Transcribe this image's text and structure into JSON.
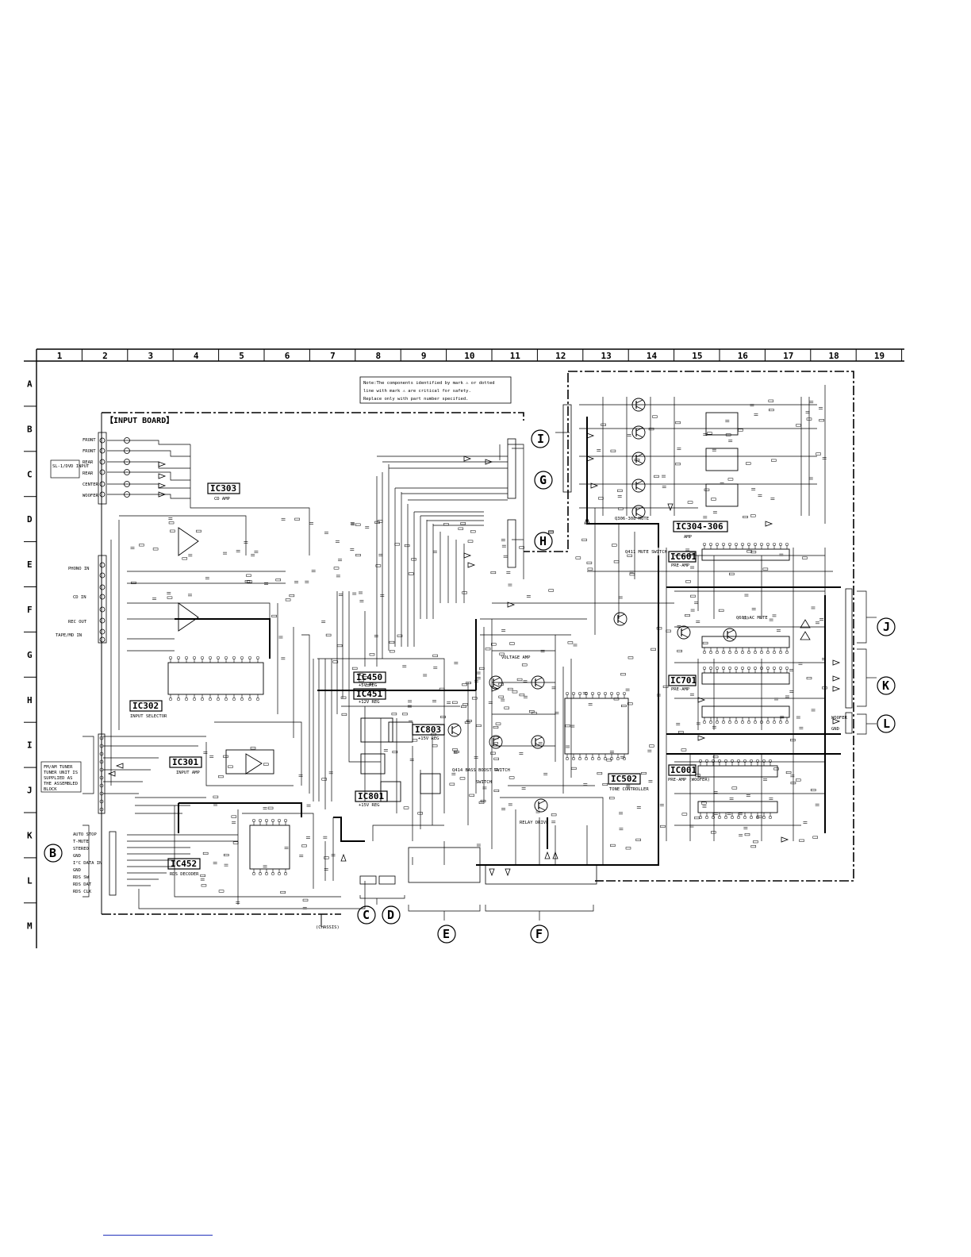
{
  "grid": {
    "columns": [
      "1",
      "2",
      "3",
      "4",
      "5",
      "6",
      "7",
      "8",
      "9",
      "10",
      "11",
      "12",
      "13",
      "14",
      "15",
      "16",
      "17",
      "18",
      "19"
    ],
    "rows": [
      "A",
      "B",
      "C",
      "D",
      "E",
      "F",
      "G",
      "H",
      "I",
      "J",
      "K",
      "L",
      "M"
    ]
  },
  "board_title": "【INPUT BOARD】",
  "note": {
    "line1": "Note:The components identified by mark ⚠ or dotted",
    "line2": "line with mark ⚠ are critical for safety.",
    "line3": "Replace only with part number specified."
  },
  "ics": [
    {
      "id": "IC303",
      "label": "IC303",
      "sub": "CD AMP"
    },
    {
      "id": "IC302",
      "label": "IC302",
      "sub": "INPUT SELECTOR"
    },
    {
      "id": "IC301",
      "label": "IC301",
      "sub": "INPUT AMP"
    },
    {
      "id": "IC452",
      "label": "IC452",
      "sub": "RDS DECODER"
    },
    {
      "id": "IC450",
      "label": "IC450",
      "sub": "+5V REG"
    },
    {
      "id": "IC451",
      "label": "IC451",
      "sub": "+12V REG"
    },
    {
      "id": "IC803",
      "label": "IC803",
      "sub": "+15V REG"
    },
    {
      "id": "IC801",
      "label": "IC801",
      "sub": "+15V REG"
    },
    {
      "id": "IC502",
      "label": "IC502",
      "sub": "TONE CONTROLLER"
    },
    {
      "id": "IC304",
      "label": "IC304-306",
      "sub": "AMP"
    },
    {
      "id": "IC601",
      "label": "IC601",
      "sub": "PRE-AMP"
    },
    {
      "id": "IC701",
      "label": "IC701",
      "sub": "PRE-AMP"
    },
    {
      "id": "IC001",
      "label": "IC001",
      "sub": "PRE-AMP (WOOFER)"
    }
  ],
  "connectors": [
    "B",
    "C",
    "D",
    "E",
    "F",
    "G",
    "H",
    "I",
    "J",
    "K",
    "L"
  ],
  "inputs": {
    "dvd": "SL-1/DVD INPUT",
    "rows": [
      "FRONT",
      "FRONT",
      "REAR",
      "REAR",
      "CENTER",
      "WOOFER"
    ],
    "phono": "PHONO IN",
    "cd": "CD IN",
    "recout": "REC OUT",
    "tape": "TAPE/MD IN"
  },
  "tuner": {
    "l1": "FM/AM TUNER",
    "l2": "TUNER UNIT IS",
    "l3": "SUPPLIED AS",
    "l4": "THE ASSEMBLED",
    "l5": "BLOCK"
  },
  "b_pins": [
    "AUTO STOP",
    "T-MUTE",
    "STEREO",
    "GND",
    "I²C DATA IN",
    "GND",
    "RDS SW",
    "RDS DAT",
    "RDS CLK"
  ],
  "misc": {
    "chassis": "(CHASSIS)",
    "q414": "Q414 BASS BOOST SWITCH",
    "q411": "Q411 MUTE SWITCH",
    "q601": "Q601 AC MUTE",
    "q306": "Q306-308 MUTE",
    "relay": "RELAY DRIVE",
    "woofer": "WOOFER",
    "gnd": "GND",
    "voltage_amp": "VOLTAGE AMP",
    "switch": "SWITCH"
  }
}
